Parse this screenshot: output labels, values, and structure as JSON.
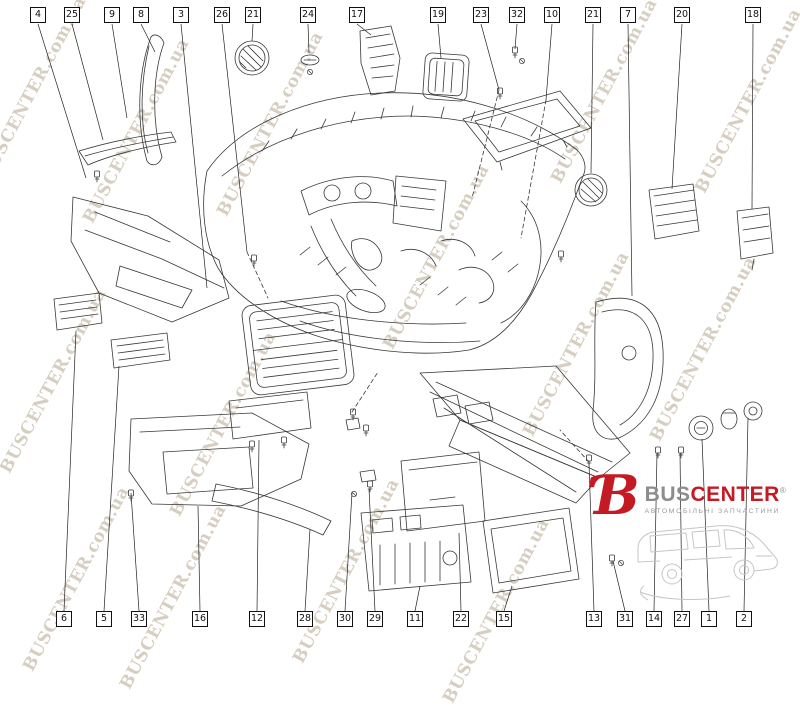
{
  "callouts": {
    "top": [
      "4",
      "25",
      "9",
      "8",
      "3",
      "26",
      "21",
      "24",
      "17",
      "19",
      "23",
      "32",
      "10",
      "21",
      "7",
      "20",
      "18"
    ],
    "bottom": [
      "6",
      "5",
      "33",
      "16",
      "12",
      "28",
      "30",
      "29",
      "11",
      "22",
      "15",
      "13",
      "31",
      "14",
      "27",
      "1",
      "2"
    ]
  },
  "watermark": {
    "text": "BUSCENTER.com.ua"
  },
  "logo": {
    "symbol": "Ɓ",
    "brand_gray": "BUS",
    "brand_red": "CENTER",
    "registered": "®",
    "tagline": "АВТОМОБІЛЬНІ ЗАПЧАСТИНИ"
  },
  "colors": {
    "line": "#3a3a3a",
    "watermark": "#ad9e83",
    "logo_red": "#c41a24",
    "logo_gray": "#8d8d8d"
  }
}
